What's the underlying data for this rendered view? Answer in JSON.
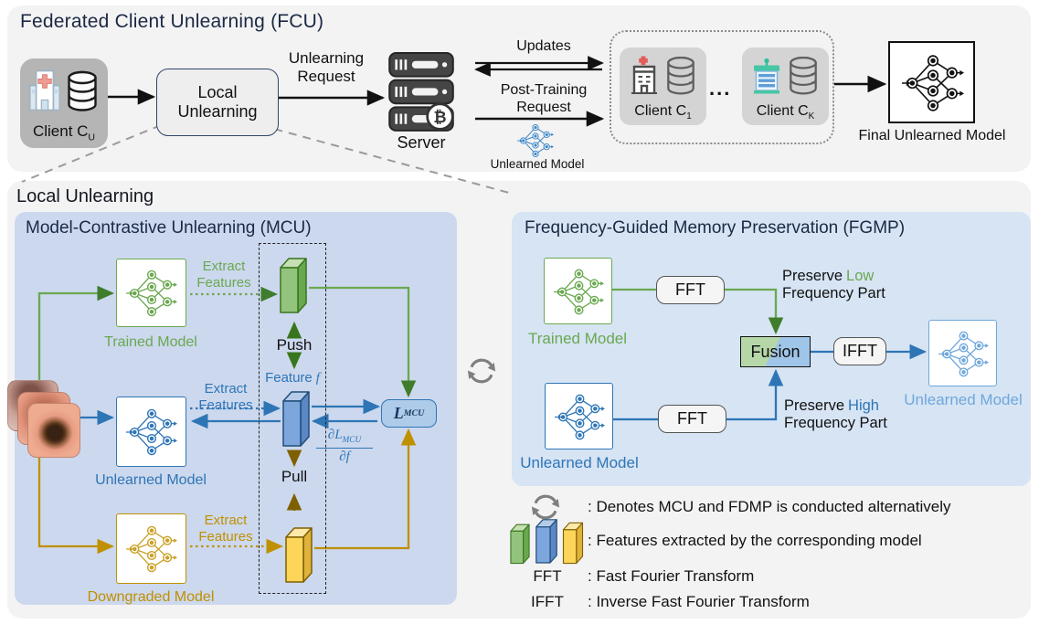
{
  "fcu": {
    "title": "Federated Client Unlearning (FCU)",
    "client_u": {
      "label": "Client C",
      "sub": "U"
    },
    "local_box": {
      "l1": "Local",
      "l2": "Unlearning"
    },
    "unlearning_request": {
      "l1": "Unlearning",
      "l2": "Request"
    },
    "server": "Server",
    "updates": "Updates",
    "post_training": {
      "l1": "Post-Training",
      "l2": "Request"
    },
    "unlearned_model_small": "Unlearned Model",
    "client_1": {
      "label": "Client C",
      "sub": "1"
    },
    "ellipsis": "...",
    "client_k": {
      "label": "Client C",
      "sub": "K"
    },
    "final_model": "Final Unlearned Model"
  },
  "local_section": {
    "title": "Local Unlearning"
  },
  "mcu": {
    "title": "Model-Contrastive Unlearning (MCU)",
    "trained": "Trained Model",
    "unlearned": "Unlearned Model",
    "downgraded": "Downgraded Model",
    "extract": {
      "l1": "Extract",
      "l2": "Features"
    },
    "push": "Push",
    "pull": "Pull",
    "feature": {
      "word": "Feature",
      "var": "f"
    },
    "loss": {
      "base": "L",
      "sub": "MCU"
    },
    "grad": {
      "num_base": "∂L",
      "num_sub": "MCU",
      "den": "∂f"
    }
  },
  "fgmp": {
    "title": "Frequency-Guided Memory Preservation (FGMP)",
    "trained": "Trained Model",
    "unlearned": "Unlearned Model",
    "fft": "FFT",
    "ifft": "IFFT",
    "fusion": "Fusion",
    "preserve_low": {
      "pre": "Preserve",
      "word": "Low",
      "l2": "Frequency Part"
    },
    "preserve_high": {
      "pre": "Preserve",
      "word": "High",
      "l2": "Frequency Part"
    }
  },
  "legend": {
    "sync_text": ": Denotes MCU and FDMP is conducted alternatively",
    "bars_text": ": Features extracted by the corresponding model",
    "fft_key": "FFT",
    "fft_text": ": Fast Fourier Transform",
    "ifft_key": "IFFT",
    "ifft_text": ": Inverse Fast Fourier Transform"
  },
  "colors": {
    "green": "#6aa84f",
    "dark_green": "#38761d",
    "blue": "#2e75b6",
    "light_blue": "#6fa8dc",
    "gold": "#bf9000",
    "dark_gold": "#7f6000",
    "navy": "#1b2944",
    "mcu_bg": "#ccd8ee",
    "fgmp_bg": "#d6e4f4"
  }
}
